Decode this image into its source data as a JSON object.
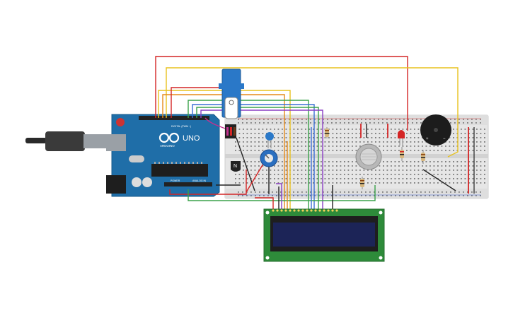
{
  "arduino": {
    "brand": "UNO",
    "logo_text": "ARDUINO",
    "digital_label": "DIGITAL (PWM ~)",
    "power_label": "POWER",
    "analog_label": "ANALOG IN"
  },
  "components": {
    "arduino_board": "arduino-uno",
    "usb_cable": "usb-b-cable",
    "breadboard": "full-breadboard",
    "servo": "micro-servo",
    "potentiometer": "rotary-potentiometer",
    "gas_sensor": "gas-sensor",
    "piezo": "piezo-buzzer",
    "led": "red-led",
    "lcd": "lcd-16x2",
    "transistor": "npn-transistor",
    "capacitor": "blue-capacitor"
  },
  "labels": {
    "transistor_mark": "N",
    "piezo_plus": "+",
    "piezo_minus": "−"
  },
  "colors": {
    "board": "#1f6ea8",
    "breadboard": "#e3e3e3",
    "lcd_screen": "#1c2457",
    "lcd_pcb": "#2e8b3a",
    "wire_red": "#d42525",
    "wire_yellow": "#e8c21e",
    "wire_orange": "#e58a1a",
    "wire_green": "#3aa24a",
    "wire_blue": "#3a6fd4",
    "wire_purple": "#8a3fc4",
    "wire_black": "#222222",
    "wire_magenta": "#c2308f"
  }
}
